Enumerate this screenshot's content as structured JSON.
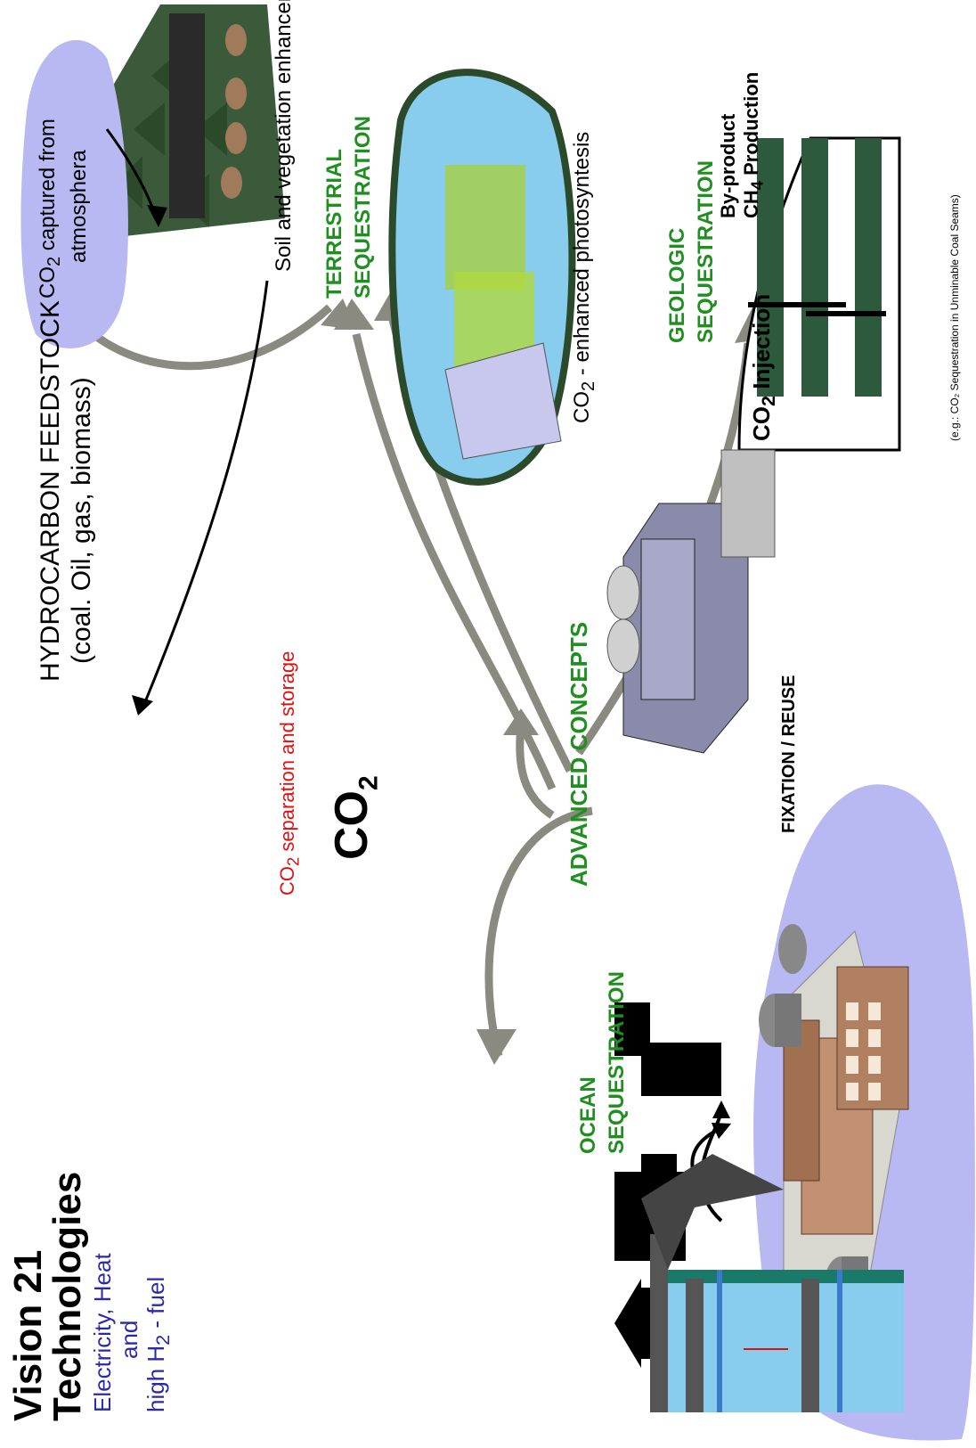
{
  "vision": {
    "title_line1": "Vision 21",
    "title_line2": "Technologies",
    "sub_line1": "Electricity, Heat",
    "sub_line2": "and",
    "sub_line3_pre": "high H",
    "sub_line3_sub": "2",
    "sub_line3_post": " - fuel"
  },
  "feedstock": {
    "line1": "HYDROCARBON FEEDSTOCK",
    "line2": "(coal. Oil, gas, biomass)"
  },
  "capture": {
    "co": "CO",
    "sub": "2",
    "rest": " captured from",
    "line2": "atmosphera"
  },
  "soil_label": "Soil and vegetation enhancement",
  "terrestrial": {
    "line1": "TERRESTRIAL",
    "line2": "SEQUESTRATION"
  },
  "photo": {
    "co": "CO",
    "sub": "2",
    "rest": " - enhanced photosyntesis"
  },
  "geologic": {
    "line1": "GEOLOGIC",
    "line2": "SEQUESTRATION"
  },
  "byproduct": {
    "line1": "By-product",
    "line2_pre": "CH",
    "line2_sub": "4",
    "line2_post": " Production"
  },
  "injection": {
    "pre": "CO",
    "sub": "2",
    "post": " Injection"
  },
  "geo_note": "(e.g.: CO₂ Sequestration in Unminable Coal Seams)",
  "separation": {
    "co": "CO",
    "sub": "2",
    "rest": " separation and storage"
  },
  "center": {
    "co": "CO",
    "sub": "2"
  },
  "advanced": "ADVANCED CONCEPTS",
  "fixation": "FIXATION / REUSE",
  "ocean": {
    "line1": "OCEAN",
    "line2": "SEQUESTRATION"
  },
  "colors": {
    "blob": "#b8b8f2",
    "arrow": "#8a8a80",
    "green_label": "#1f8f1f",
    "red_label": "#e01010",
    "blue_label": "#2a2aa8"
  }
}
